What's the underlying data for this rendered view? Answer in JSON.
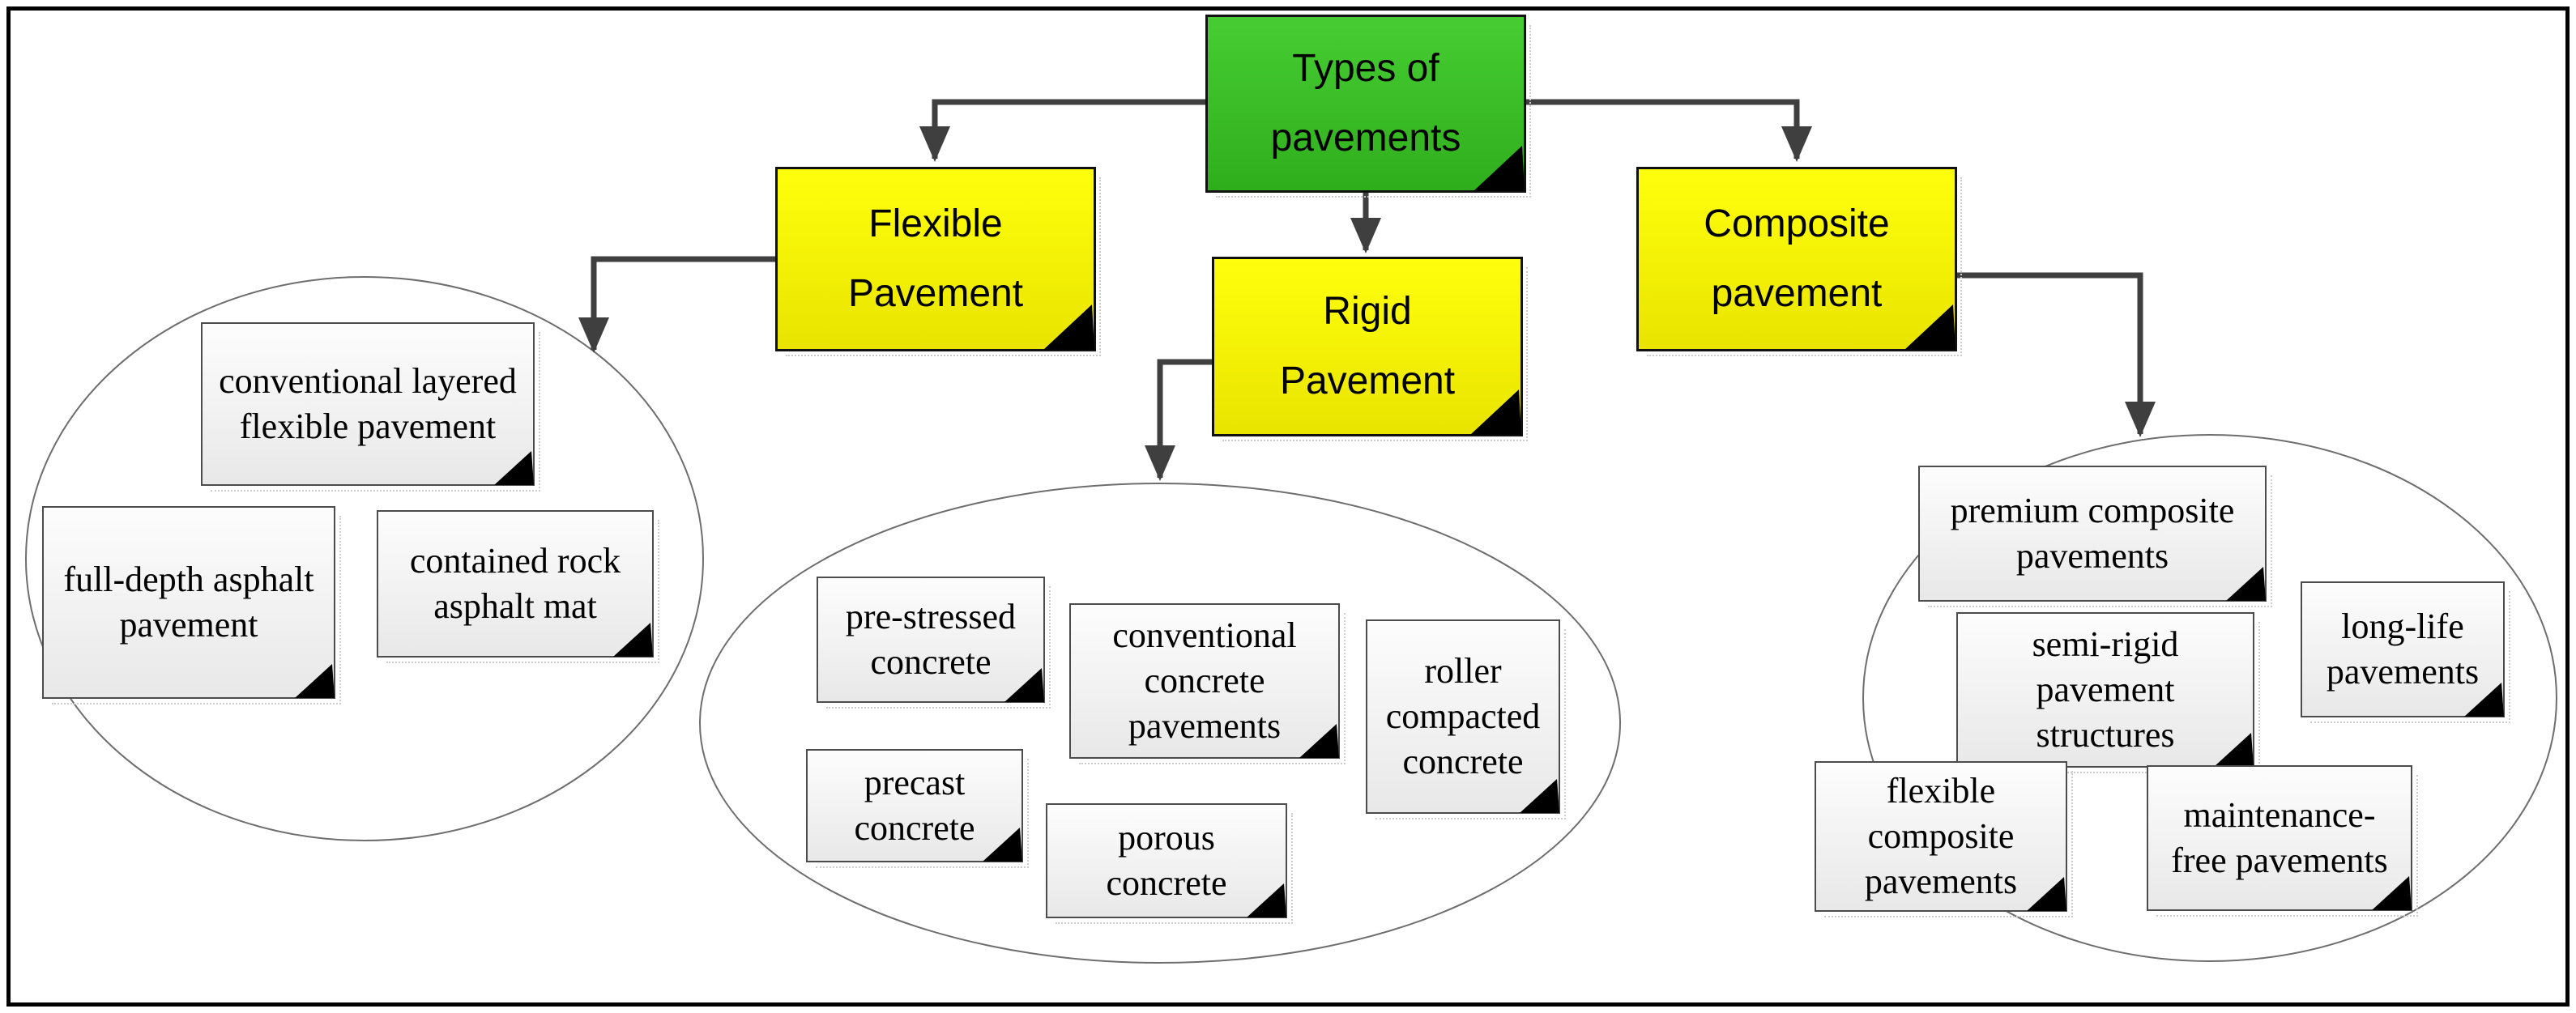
{
  "diagram_title": "Types of pavements",
  "root": {
    "label": "Types of pavements"
  },
  "branches": {
    "flexible": {
      "label": "Flexible Pavement"
    },
    "rigid": {
      "label": "Rigid Pavement"
    },
    "composite": {
      "label": "Composite pavement"
    }
  },
  "flexible_types": [
    "conventional layered flexible pavement",
    "full-depth asphalt pavement",
    "contained rock asphalt mat"
  ],
  "rigid_types": [
    "pre-stressed concrete",
    "conventional concrete pavements",
    "precast concrete",
    "porous concrete",
    "roller compacted concrete"
  ],
  "composite_types": [
    "premium composite pavements",
    "semi-rigid pavement structures",
    "long-life pavements",
    "flexible composite pavements",
    "maintenance-free pavements"
  ],
  "colors": {
    "root_green": "#3cc329",
    "branch_yellow": "#ffff00",
    "leaf_gray": "#f4f4f4",
    "connector_gray": "#3f3f3f",
    "fold_black": "#000000",
    "ellipse_outline": "#6e6e6e",
    "frame_black": "#000000"
  }
}
